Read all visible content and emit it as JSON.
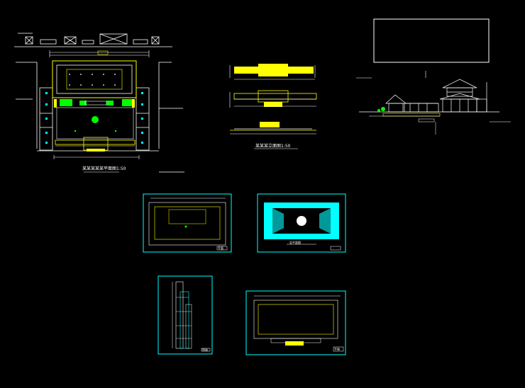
{
  "colors": {
    "background": "#000000",
    "wall": "#ffffff",
    "frame": "#00ffff",
    "structure": "#ffff00",
    "greenery": "#00ff00",
    "water": "#00ffff",
    "annotation": "#ffffff"
  },
  "drawings": {
    "main_plan": {
      "title": "某某某某某平面图1:50"
    },
    "elevations": {
      "title": "某某某立面图1:50"
    },
    "sheet_a": {
      "caption": "平面"
    },
    "sheet_b": {
      "caption": "总平面图"
    },
    "sheet_c": {
      "caption": "剖面"
    },
    "sheet_d": {
      "caption": "平面"
    }
  }
}
